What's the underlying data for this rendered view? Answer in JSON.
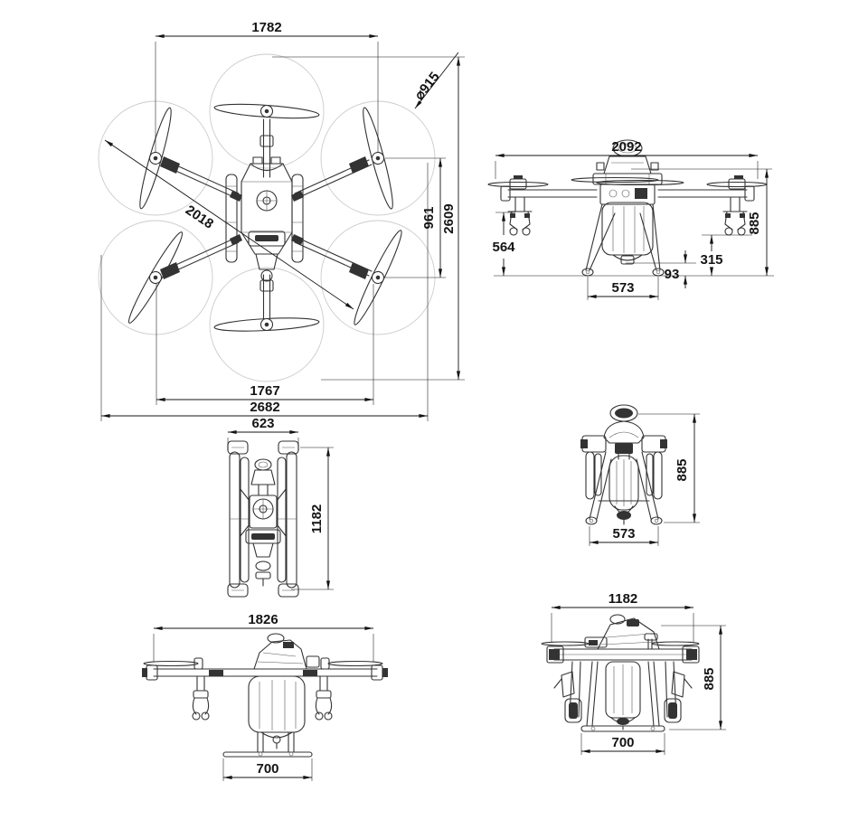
{
  "drawing": {
    "background": "#ffffff",
    "line_color": "#333333",
    "dimension_color": "#141414",
    "prop_circle_color": "#cccccc"
  },
  "views": {
    "top_unfolded": {
      "dimensions": {
        "front_motor_span": "1782",
        "prop_diameter": "⌀915",
        "diagonal_motor_distance": "2018",
        "side_motor_spacing": "961",
        "overall_length": "2609",
        "rear_motor_span": "1767",
        "overall_width": "2682"
      }
    },
    "front_unfolded": {
      "dimensions": {
        "overall_width": "2092",
        "arm_to_ground": "564",
        "overall_height": "885",
        "nozzle_to_ground": "315",
        "tank_clearance": "93",
        "skid_track": "573"
      }
    },
    "top_folded": {
      "dimensions": {
        "folded_width": "623",
        "folded_length": "1182"
      }
    },
    "front_folded": {
      "dimensions": {
        "overall_height": "885",
        "skid_track": "573"
      }
    },
    "side_unfolded": {
      "dimensions": {
        "overall_length": "1826",
        "skid_length": "700"
      }
    },
    "side_folded": {
      "dimensions": {
        "folded_length": "1182",
        "overall_height": "885",
        "skid_length": "700"
      }
    }
  }
}
